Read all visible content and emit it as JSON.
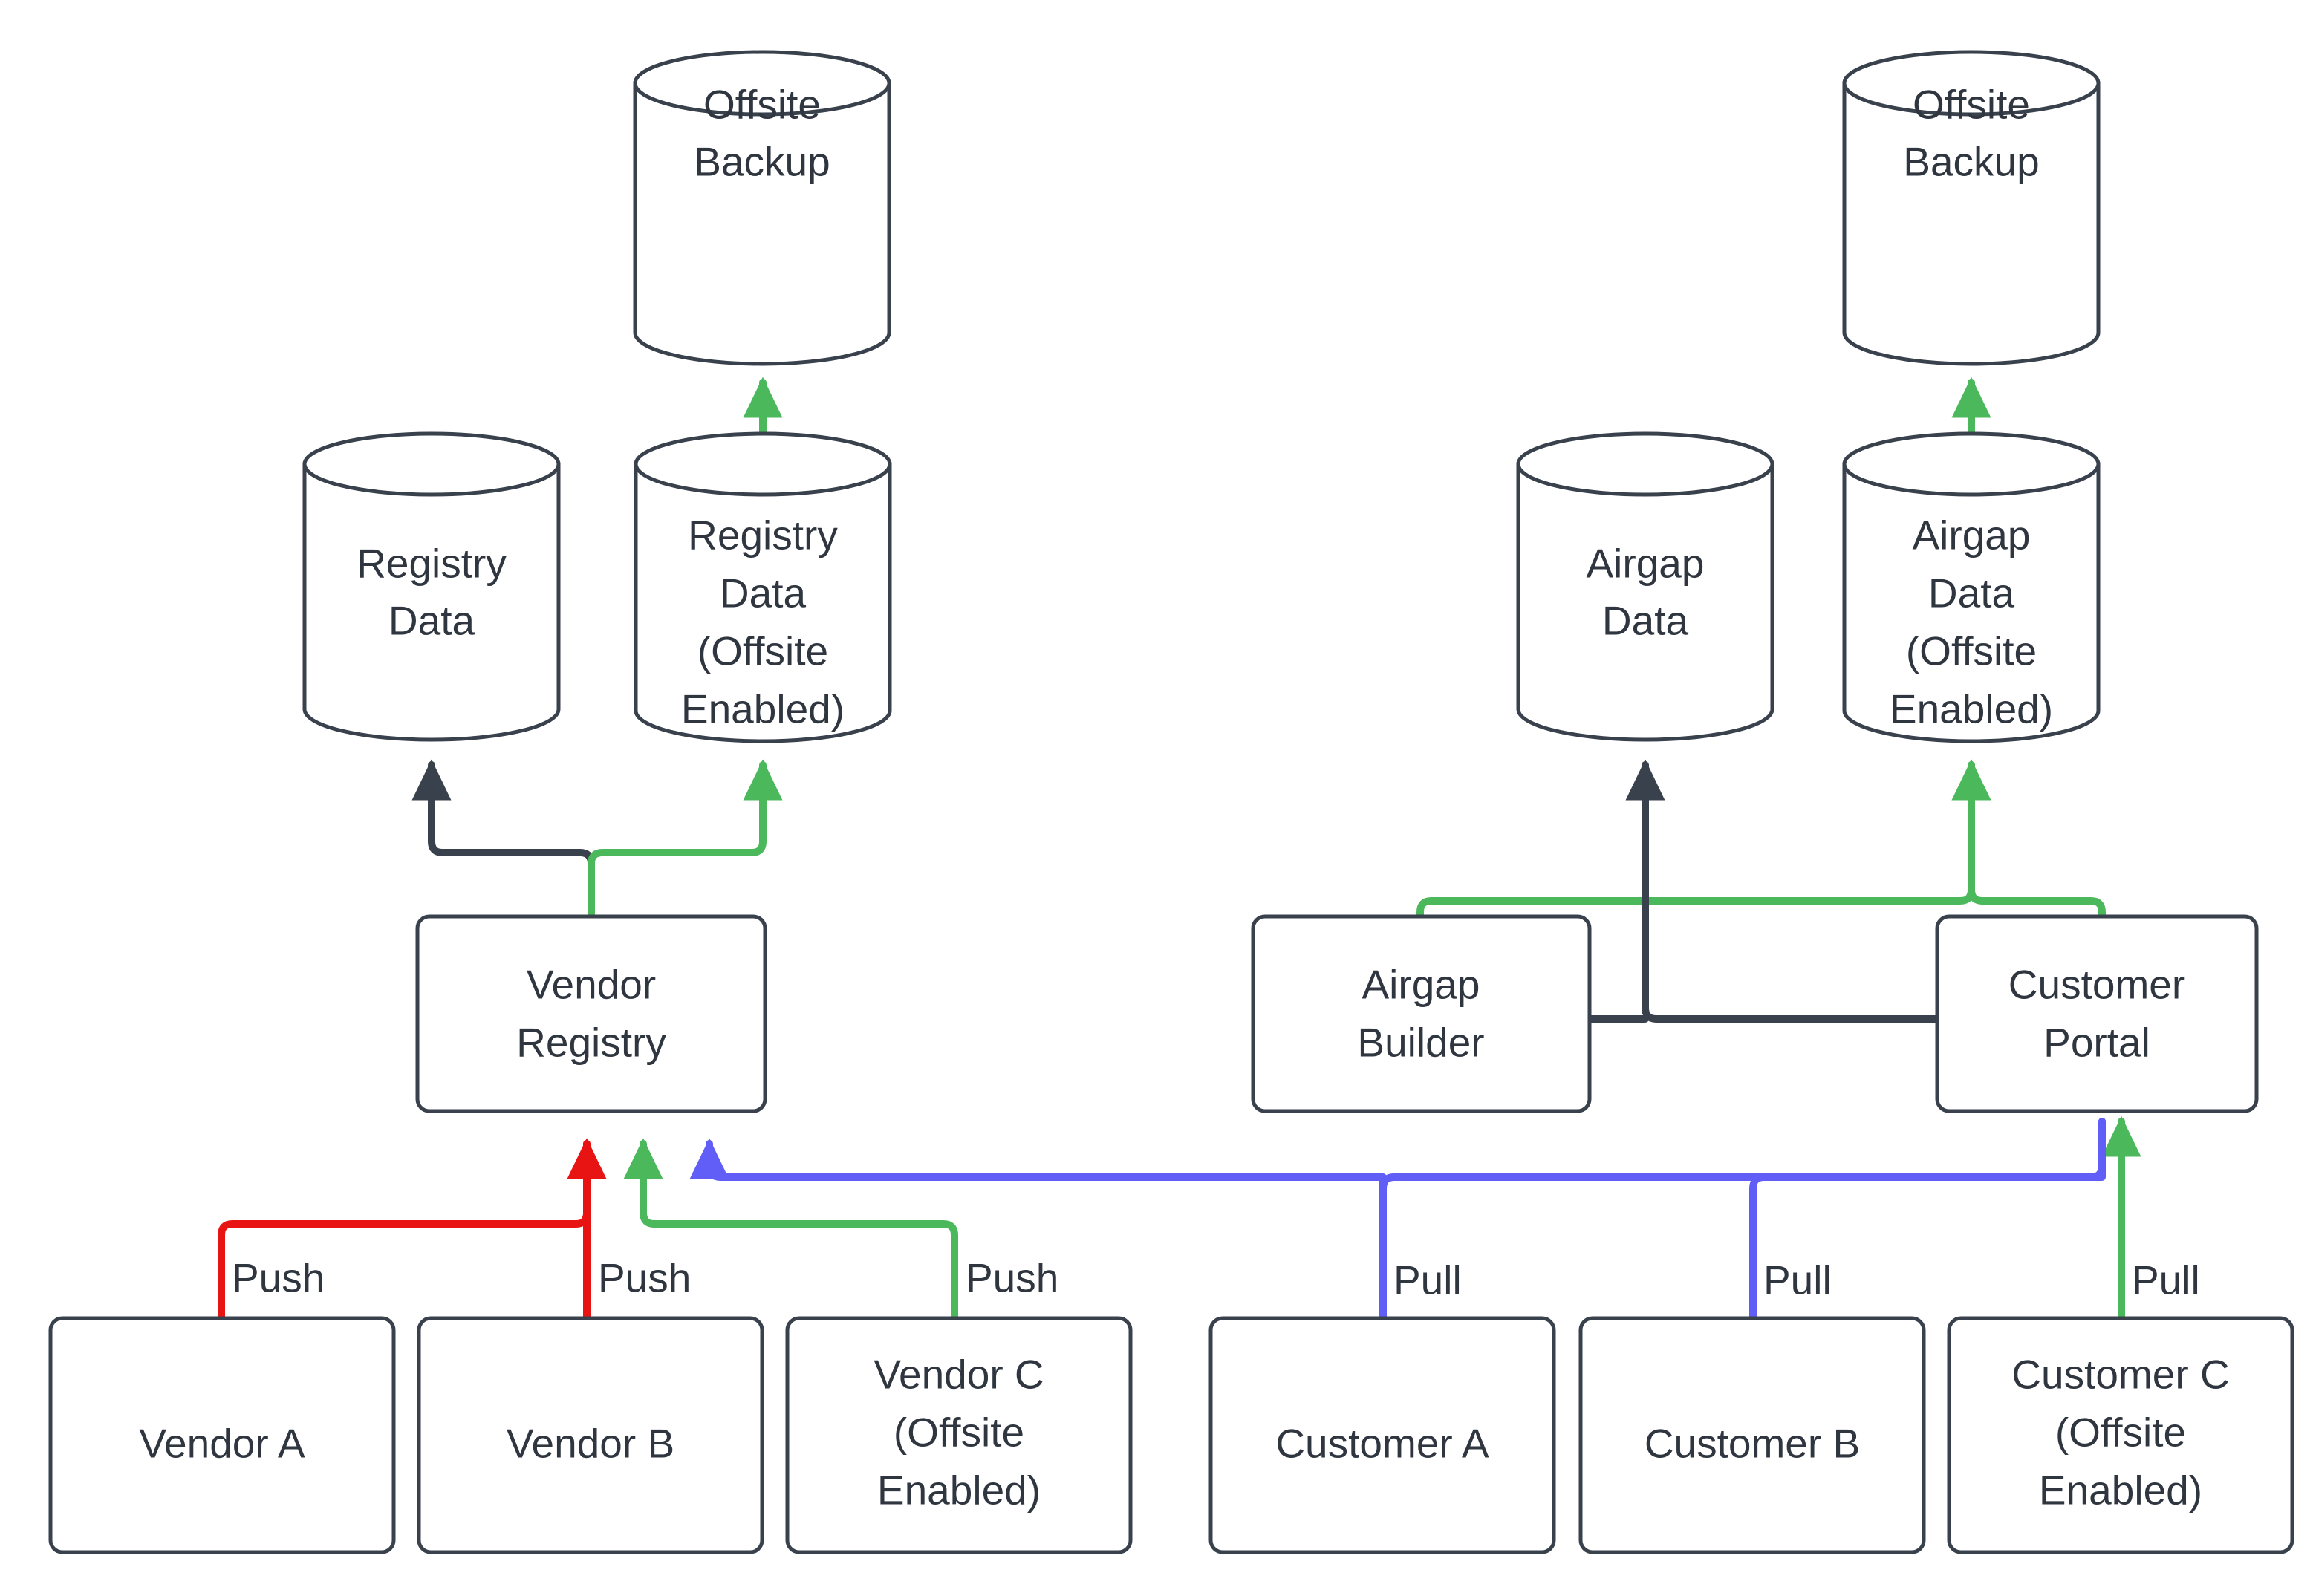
{
  "diagram": {
    "title": "Vendor Registry and Customer Portal Airgap Data Flow",
    "background_color": "#ffffff",
    "stroke_color": "#39414d",
    "text_color": "#2f3640",
    "edge_colors": {
      "default_dark": "#39414d",
      "green": "#4cb85c",
      "red": "#e81414",
      "blue": "#605ef7"
    }
  },
  "nodes": {
    "offsite_backup_left": {
      "id": "offsite-backup-left",
      "label": "Offsite\nBackup",
      "lines": [
        "Offsite",
        "Backup"
      ],
      "shape": "cylinder"
    },
    "offsite_backup_right": {
      "id": "offsite-backup-right",
      "label": "Offsite\nBackup",
      "lines": [
        "Offsite",
        "Backup"
      ],
      "shape": "cylinder"
    },
    "registry_data": {
      "id": "registry-data",
      "label": "Registry\nData",
      "lines": [
        "Registry",
        "Data"
      ],
      "shape": "cylinder"
    },
    "registry_data_offsite": {
      "id": "registry-data-offsite",
      "label": "Registry Data (Offsite Enabled)",
      "lines": [
        "Registry",
        "Data",
        "(Offsite",
        "Enabled)"
      ],
      "shape": "cylinder"
    },
    "airgap_data": {
      "id": "airgap-data",
      "label": "Airgap\nData",
      "lines": [
        "Airgap",
        "Data"
      ],
      "shape": "cylinder"
    },
    "airgap_data_offsite": {
      "id": "airgap-data-offsite",
      "label": "Airgap Data (Offsite Enabled)",
      "lines": [
        "Airgap",
        "Data",
        "(Offsite",
        "Enabled)"
      ],
      "shape": "cylinder"
    },
    "vendor_registry": {
      "id": "vendor-registry",
      "label": "Vendor\nRegistry",
      "lines": [
        "Vendor",
        "Registry"
      ],
      "shape": "rounded-rect"
    },
    "airgap_builder": {
      "id": "airgap-builder",
      "label": "Airgap\nBuilder",
      "lines": [
        "Airgap",
        "Builder"
      ],
      "shape": "rounded-rect"
    },
    "customer_portal": {
      "id": "customer-portal",
      "label": "Customer\nPortal",
      "lines": [
        "Customer",
        "Portal"
      ],
      "shape": "rounded-rect"
    },
    "vendor_a": {
      "id": "vendor-a",
      "label": "Vendor A",
      "lines": [
        "Vendor A"
      ],
      "shape": "rounded-rect"
    },
    "vendor_b": {
      "id": "vendor-b",
      "label": "Vendor B",
      "lines": [
        "Vendor B"
      ],
      "shape": "rounded-rect"
    },
    "vendor_c": {
      "id": "vendor-c",
      "label": "Vendor C (Offsite Enabled)",
      "lines": [
        "Vendor C",
        "(Offsite",
        "Enabled)"
      ],
      "shape": "rounded-rect"
    },
    "customer_a": {
      "id": "customer-a",
      "label": "Customer A",
      "lines": [
        "Customer A"
      ],
      "shape": "rounded-rect"
    },
    "customer_b": {
      "id": "customer-b",
      "label": "Customer B",
      "lines": [
        "Customer B"
      ],
      "shape": "rounded-rect"
    },
    "customer_c": {
      "id": "customer-c",
      "label": "Customer C (Offsite Enabled)",
      "lines": [
        "Customer C",
        "(Offsite",
        "Enabled)"
      ],
      "shape": "rounded-rect"
    }
  },
  "edges": [
    {
      "id": "vendor-a-to-registry",
      "from": "vendor_a",
      "to": "vendor_registry",
      "label": "Push",
      "color": "#e81414"
    },
    {
      "id": "vendor-b-to-registry",
      "from": "vendor_b",
      "to": "vendor_registry",
      "label": "Push",
      "color": "#e81414"
    },
    {
      "id": "vendor-c-to-registry",
      "from": "vendor_c",
      "to": "vendor_registry",
      "label": "Push",
      "color": "#4cb85c"
    },
    {
      "id": "customer-a-to-portal",
      "from": "customer_a",
      "to": "customer_portal",
      "label": "Pull",
      "color": "#605ef7"
    },
    {
      "id": "customer-b-to-portal",
      "from": "customer_b",
      "to": "customer_portal",
      "label": "Pull",
      "color": "#605ef7"
    },
    {
      "id": "customer-c-to-portal",
      "from": "customer_c",
      "to": "customer_portal",
      "label": "Pull",
      "color": "#4cb85c"
    },
    {
      "id": "portal-to-vendor-registry",
      "from": "customer_portal",
      "to": "vendor_registry",
      "label": "",
      "color": "#605ef7"
    },
    {
      "id": "registry-to-registry-data",
      "from": "vendor_registry",
      "to": "registry_data",
      "label": "",
      "color": "#39414d"
    },
    {
      "id": "registry-to-registry-data-offsite",
      "from": "vendor_registry",
      "to": "registry_data_offsite",
      "label": "",
      "color": "#4cb85c"
    },
    {
      "id": "registry-data-offsite-to-offsite-backup",
      "from": "registry_data_offsite",
      "to": "offsite_backup_left",
      "label": "",
      "color": "#4cb85c"
    },
    {
      "id": "portal-to-airgap-data",
      "from": "customer_portal",
      "to": "airgap_data",
      "label": "",
      "color": "#39414d"
    },
    {
      "id": "builder-to-airgap-data-offsite",
      "from": "airgap_builder",
      "to": "airgap_data_offsite",
      "label": "",
      "color": "#4cb85c"
    },
    {
      "id": "portal-to-airgap-data-offsite",
      "from": "customer_portal",
      "to": "airgap_data_offsite",
      "label": "",
      "color": "#4cb85c"
    },
    {
      "id": "airgap-data-offsite-to-offsite-backup",
      "from": "airgap_data_offsite",
      "to": "offsite_backup_right",
      "label": "",
      "color": "#4cb85c"
    }
  ],
  "edge_labels": {
    "push_1": "Push",
    "push_2": "Push",
    "push_3": "Push",
    "pull_1": "Pull",
    "pull_2": "Pull",
    "pull_3": "Pull"
  }
}
